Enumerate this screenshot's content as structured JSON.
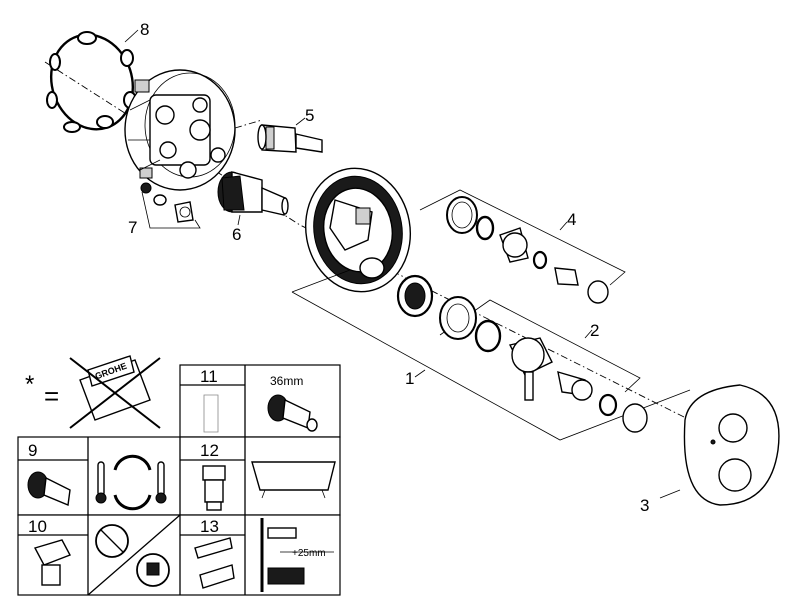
{
  "callouts": {
    "c1": "1",
    "c2": "2",
    "c3": "3",
    "c4": "4",
    "c5": "5",
    "c6": "6",
    "c7": "7",
    "c8": "8"
  },
  "legend": {
    "asterisk": "*",
    "equals": "=",
    "brand": "GROHE",
    "cell_11": "11",
    "cell_12": "12",
    "cell_13": "13",
    "cell_9": "9",
    "cell_10": "10",
    "wrench_size": "36mm",
    "extension": "+25mm"
  }
}
